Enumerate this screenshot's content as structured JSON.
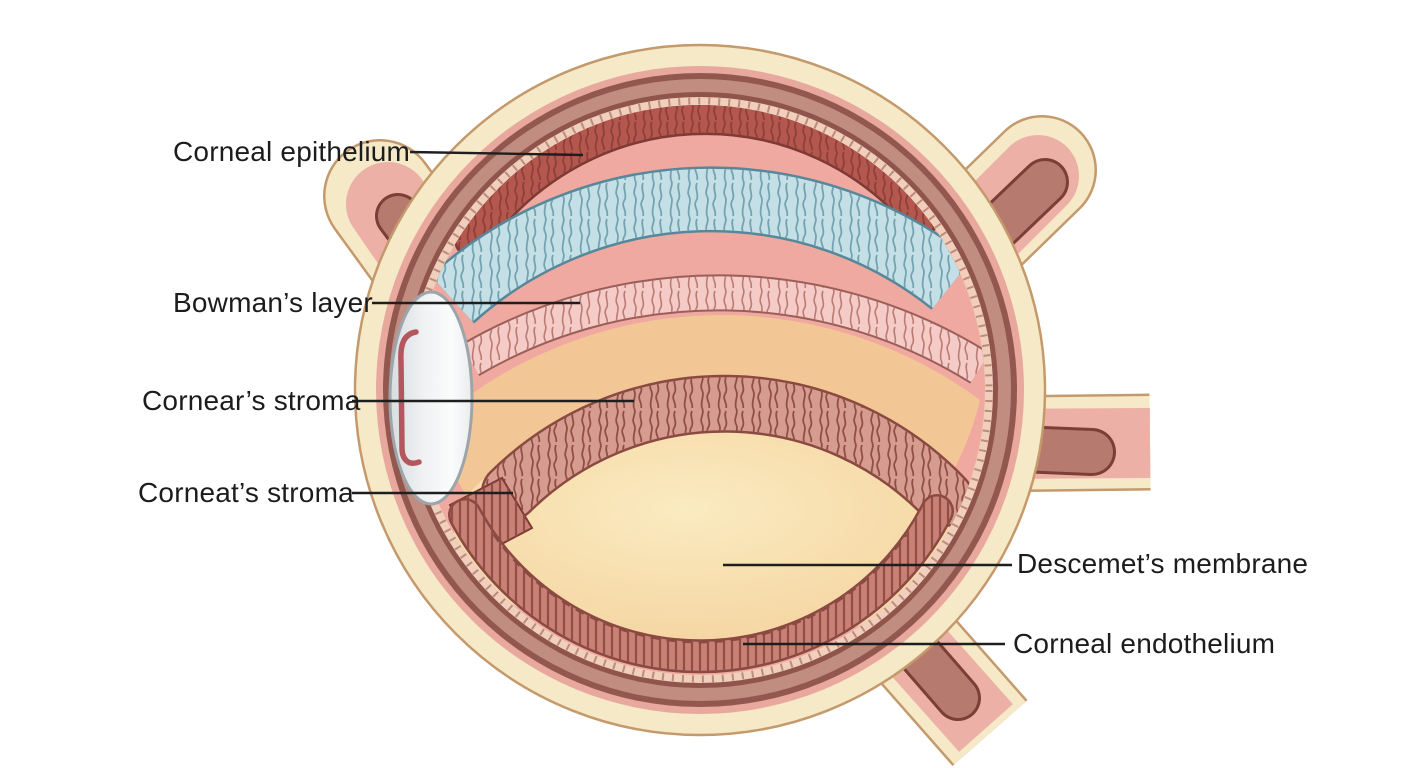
{
  "diagram": {
    "labels": [
      {
        "id": "corneal-epithelium",
        "text": "Corneal epithelium"
      },
      {
        "id": "bowmans-layer",
        "text": "Bowman’s layer"
      },
      {
        "id": "cornears-stroma",
        "text": "Cornear’s stroma"
      },
      {
        "id": "corneats-stroma",
        "text": "Corneat’s stroma"
      },
      {
        "id": "descemets-membrane",
        "text": "Descemet’s membrane"
      },
      {
        "id": "corneal-endothelium",
        "text": "Corneal endothelium"
      }
    ],
    "colors": {
      "background": "#ffffff",
      "sclera_cream": "#F5E9C8",
      "sclera_outline": "#C49A6C",
      "outer_pink_ring": "#E9A89D",
      "dark_mauve_ring": "#8F564D",
      "epithelium_red": "#B4574F",
      "interior_salmon": "#EFA9A1",
      "bowman_blue": "#C5DFE7",
      "bowman_blue_edge": "#56889A",
      "stroma_light_pink": "#F4CBC6",
      "stroma_tan": "#F2C795",
      "rose_band": "#D79C90",
      "ciliary_rose": "#C98176",
      "lens_white": "#FBFCFC",
      "label_text": "#1c1c1c",
      "leader_line": "#1e1e1e"
    }
  }
}
